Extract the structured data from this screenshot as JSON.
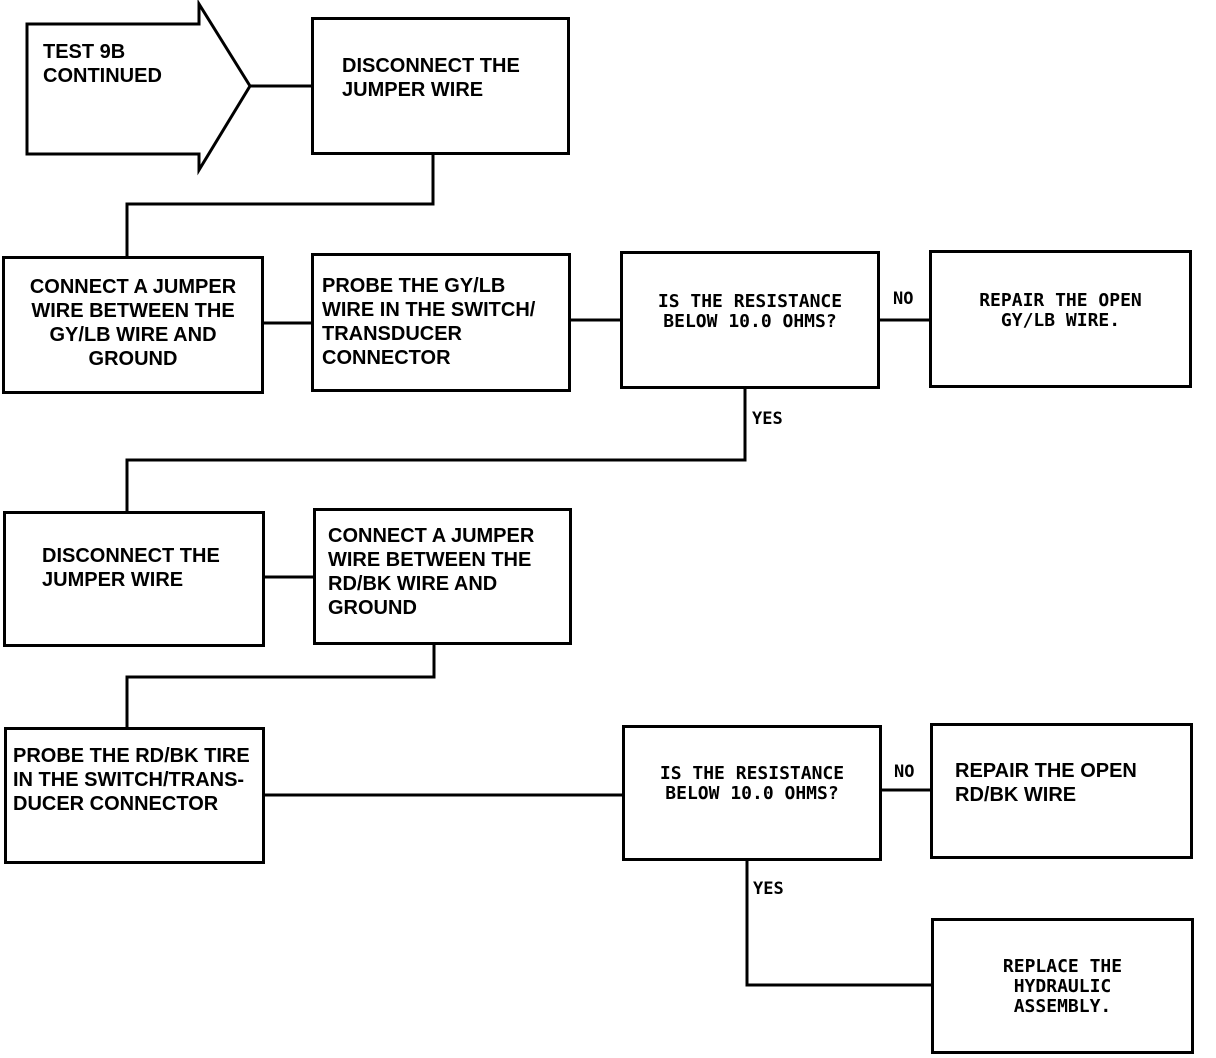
{
  "start": {
    "lines": [
      "TEST 9B",
      "CONTINUED"
    ]
  },
  "boxes": {
    "disconnect_1": [
      "DISCONNECT THE",
      "JUMPER WIRE"
    ],
    "connect_gylb": [
      "CONNECT A JUMPER",
      "WIRE BETWEEN THE",
      "GY/LB WIRE AND",
      "GROUND"
    ],
    "probe_gylb": [
      "PROBE THE GY/LB",
      "WIRE IN THE SWITCH/",
      "TRANSDUCER",
      "CONNECTOR"
    ],
    "question_1": [
      "IS THE RESISTANCE",
      "BELOW 10.0 OHMS?"
    ],
    "repair_gylb": [
      "REPAIR THE OPEN",
      "GY/LB WIRE."
    ],
    "disconnect_2": [
      "DISCONNECT THE",
      "JUMPER WIRE"
    ],
    "connect_rdbk": [
      "CONNECT A JUMPER",
      "WIRE BETWEEN THE",
      "RD/BK WIRE AND",
      "GROUND"
    ],
    "probe_rdbk": [
      "PROBE THE RD/BK TIRE",
      "IN THE SWITCH/TRANS-",
      "DUCER CONNECTOR"
    ],
    "question_2": [
      "IS THE RESISTANCE",
      "BELOW 10.0 OHMS?"
    ],
    "repair_rdbk": [
      "REPAIR THE OPEN",
      "RD/BK WIRE"
    ],
    "replace": [
      "REPLACE THE",
      "HYDRAULIC",
      "ASSEMBLY."
    ]
  },
  "labels": {
    "no_1": "NO",
    "yes_1": "YES",
    "no_2": "NO",
    "yes_2": "YES"
  }
}
